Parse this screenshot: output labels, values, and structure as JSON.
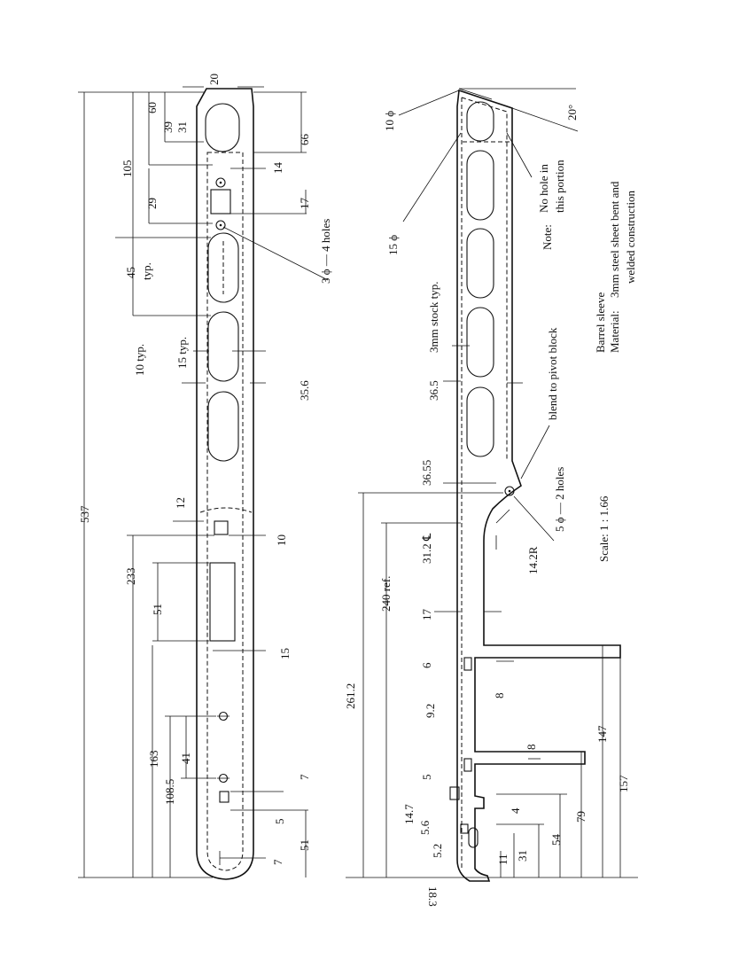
{
  "left_part": {
    "dimensions": {
      "d20": "20",
      "d39": "39",
      "d31": "31",
      "d60": "60",
      "d66": "66",
      "d105": "105",
      "d14": "14",
      "d17": "17",
      "d29": "29",
      "holes_note": "3 ϕ — 4 holes",
      "d45": "45",
      "typ1": "typ.",
      "d10typ": "10 typ.",
      "d15typ": "15 typ.",
      "d35_6": "35.6",
      "d537": "537",
      "d12": "12",
      "d10": "10",
      "d233": "233",
      "d51a": "51",
      "d15": "15",
      "d163": "163",
      "d41": "41",
      "d108_5": "108.5",
      "d7a": "7",
      "d5": "5",
      "d51b": "51",
      "d7b": "7"
    }
  },
  "right_part": {
    "dimensions": {
      "d10phi": "10 ϕ",
      "d20deg": "20°",
      "d15phi": "15 ϕ",
      "stock": "3mm stock typ.",
      "d36_5": "36.5",
      "d36_55": "36.55",
      "blend": "blend to pivot block",
      "holes2": "5 ϕ — 2 holes",
      "d14_2R": "14.2R",
      "d31_2": "31.2 ℄",
      "d240": "240 ref.",
      "d261_2": "261.2",
      "d17": "17",
      "d6": "6",
      "d8a": "8",
      "d9_2": "9.2",
      "d8b": "8",
      "d147": "147",
      "d157": "157",
      "d5": "5",
      "d14_7": "14.7",
      "d4": "4",
      "d79": "79",
      "d54": "54",
      "d5_6": "5.6",
      "d5_2": "5.2",
      "d11": "11",
      "d31": "31",
      "d18_3": "18.3"
    }
  },
  "notes": {
    "note_label": "Note:",
    "note_line1": "No hole in",
    "note_line2": "this portion",
    "title": "Barrel sleeve",
    "material_label": "Material:",
    "material_line1": "3mm steel sheet bent and",
    "material_line2": "welded construction",
    "scale": "Scale: 1 : 1.66"
  }
}
